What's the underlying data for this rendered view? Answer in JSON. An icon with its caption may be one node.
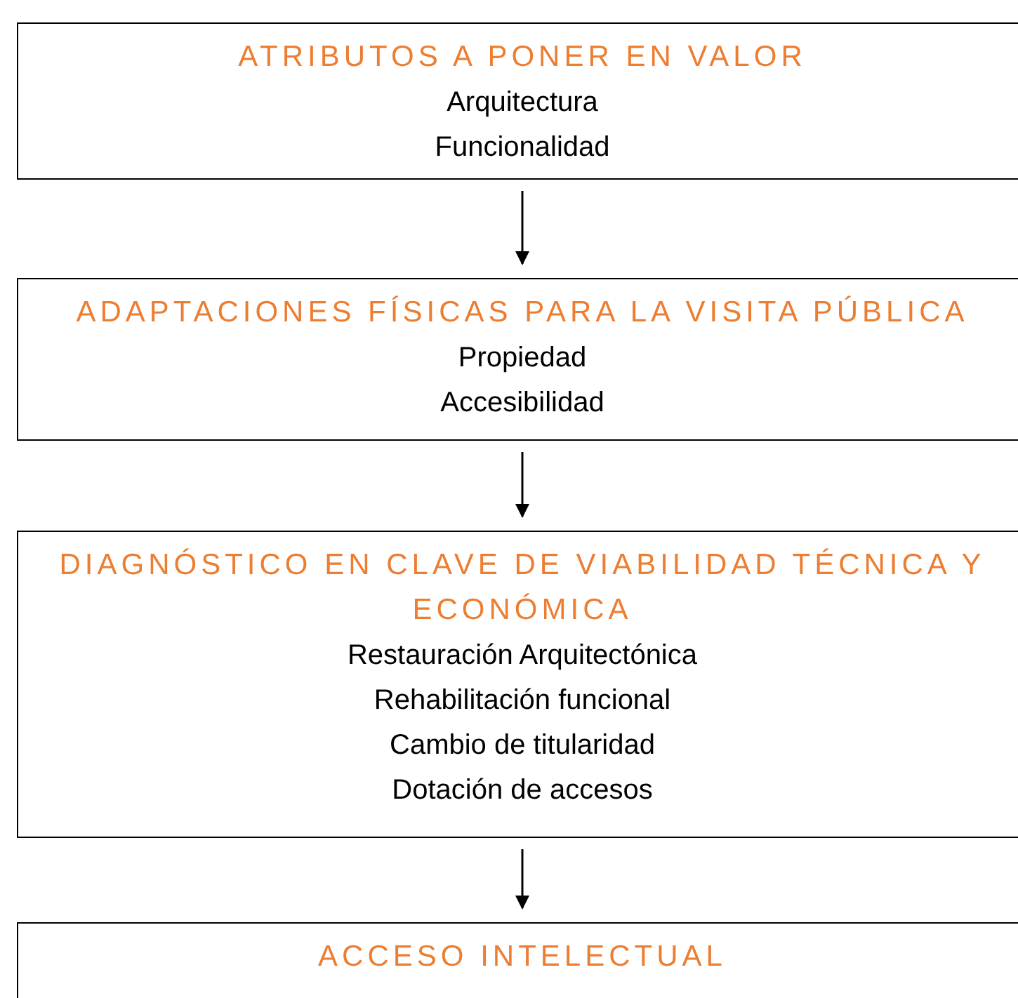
{
  "diagram": {
    "nodes": [
      {
        "text": [
          "ATRIBUTOS A PONER EN VALOR",
          "Arquitectura",
          "Funcionalidad"
        ]
      },
      {
        "text": [
          "ADAPTACIONES FÍSICAS PARA LA VISITA PÚBLICA",
          "Propiedad",
          "Accesibilidad"
        ]
      },
      {
        "text": [
          "DIAGNÓSTICO EN CLAVE DE VIABILIDAD TÉCNICA Y ECONÓMICA",
          "Restauración Arquitectónica",
          "Rehabilitación funcional",
          "Cambio de titularidad",
          "Dotación de accesos"
        ]
      },
      {
        "text": [
          "ACCESO INTELECTUAL"
        ]
      }
    ],
    "edges": [
      {
        "from": 0,
        "to": 1,
        "arrow": "to"
      },
      {
        "from": 1,
        "to": 2,
        "arrow": "to"
      },
      {
        "from": 2,
        "to": 3,
        "arrow": "to"
      }
    ]
  }
}
